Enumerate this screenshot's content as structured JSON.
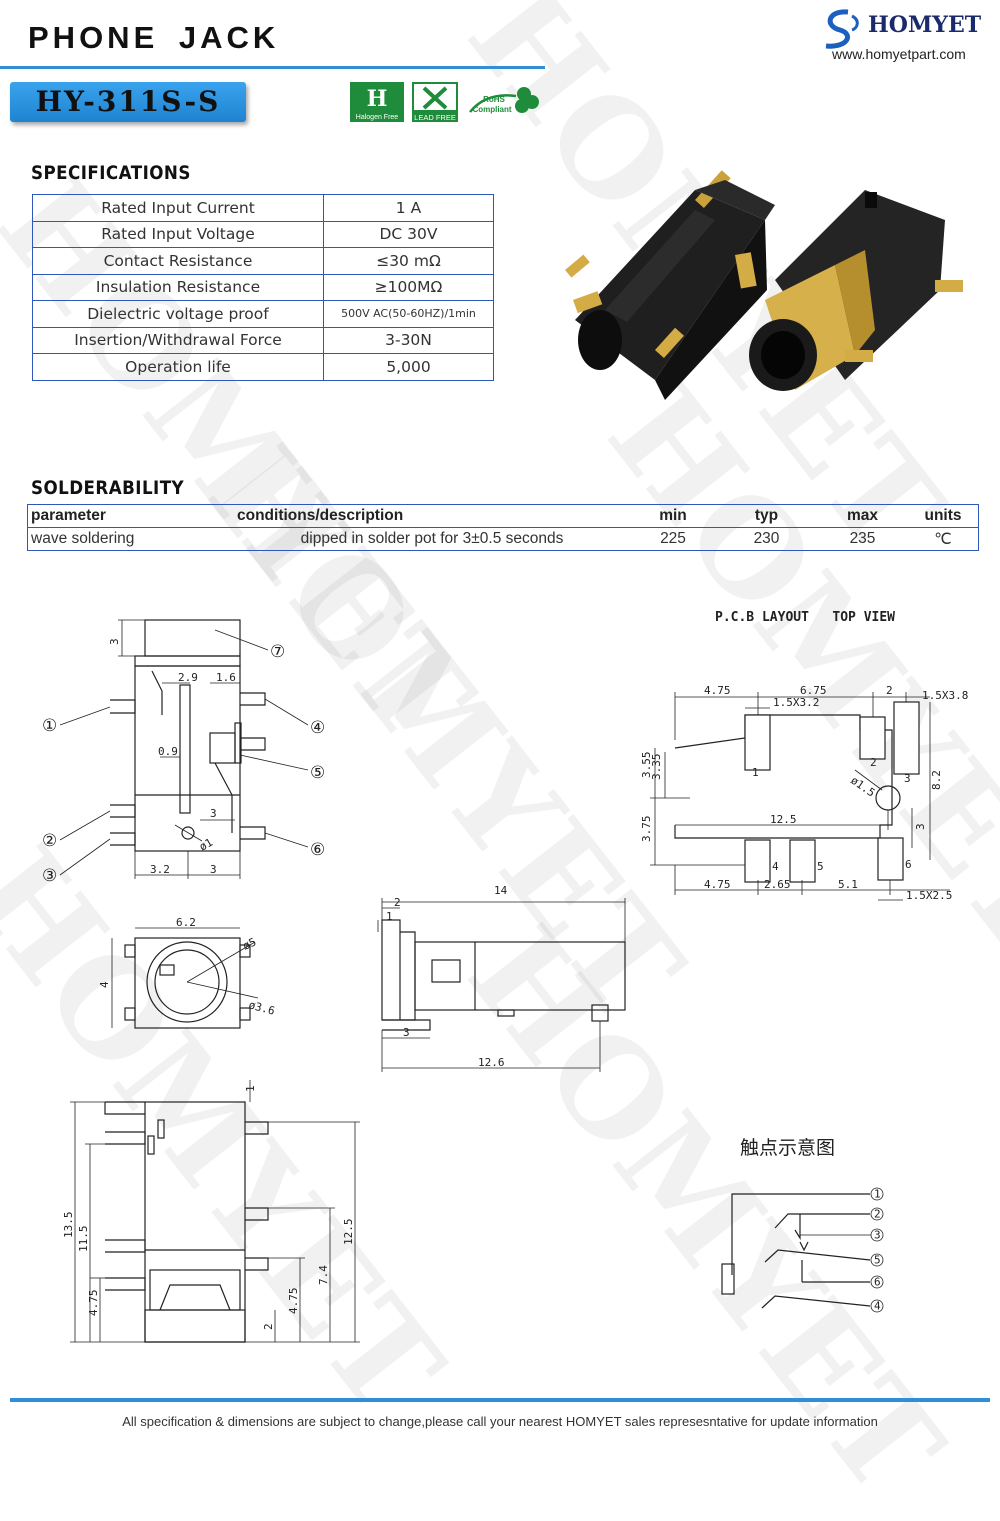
{
  "header": {
    "title": "PHONE  JACK",
    "model": "HY-311S-S",
    "brand": "HOMYET",
    "website": "www.homyetpart.com",
    "accent_color": "#2e8fd8",
    "badges": [
      {
        "icon": "halogen-free-icon",
        "label": "Halogen Free"
      },
      {
        "icon": "lead-free-icon",
        "label": "LEAD FREE"
      },
      {
        "icon": "rohs-compliant-icon",
        "label_top": "RoHS",
        "label_bottom": "Compliant"
      }
    ]
  },
  "watermark": "HOMYET",
  "specifications": {
    "title": "SPECIFICATIONS",
    "rows": [
      {
        "param": "Rated Input Current",
        "value": "1 A"
      },
      {
        "param": "Rated Input Voltage",
        "value": "DC  30V"
      },
      {
        "param": "Contact Resistance",
        "value": "≤30  mΩ"
      },
      {
        "param": "Insulation Resistance",
        "value": "≥100MΩ"
      },
      {
        "param": "Dielectric voltage proof",
        "value": "500V AC(50-60HZ)/1min"
      },
      {
        "param": "Insertion/Withdrawal Force",
        "value": "3-30N"
      },
      {
        "param": "Operation life",
        "value": "5,000"
      }
    ]
  },
  "solderability": {
    "title": "SOLDERABILITY",
    "headers": [
      "parameter",
      "conditions/description",
      "min",
      "typ",
      "max",
      "units"
    ],
    "rows": [
      [
        "wave soldering",
        "dipped in solder pot for 3±0.5 seconds",
        "225",
        "230",
        "235",
        "℃"
      ]
    ]
  },
  "drawings": {
    "pcb_title": "P.C.B LAYOUT   TOP VIEW",
    "contact_title": "触点示意图",
    "side": {
      "dims": [
        "3",
        "2.9",
        "1.6",
        "0.9",
        "3",
        "ø1",
        "3.2",
        "3"
      ],
      "callouts": [
        "①",
        "②",
        "③",
        "④",
        "⑤",
        "⑥",
        "⑦"
      ]
    },
    "pcb": {
      "dims": [
        "4.75",
        "6.75",
        "2",
        "1.5X3.8",
        "1.5X3.2",
        "3.55",
        "3.35",
        "ø1.5",
        "8.2",
        "12.5",
        "3.75",
        "3",
        "4.75",
        "2.65",
        "5.1",
        "1.5X2.5"
      ],
      "pads": [
        "1",
        "2",
        "3",
        "4",
        "5",
        "6"
      ]
    },
    "front": {
      "dims": [
        "6.2",
        "4",
        "ø5",
        "ø3.6"
      ]
    },
    "profile": {
      "dims": [
        "2",
        "1",
        "14",
        "3",
        "12.6"
      ]
    },
    "bottom": {
      "dims": [
        "1",
        "13.5",
        "11.5",
        "12.5",
        "7.4",
        "4.75",
        "4.75",
        "2"
      ]
    },
    "contacts": [
      "1",
      "2",
      "3",
      "5",
      "6",
      "4"
    ]
  },
  "footer": {
    "note": "All specification & dimensions are subject to change,please call your nearest HOMYET sales represesntative for update information"
  }
}
